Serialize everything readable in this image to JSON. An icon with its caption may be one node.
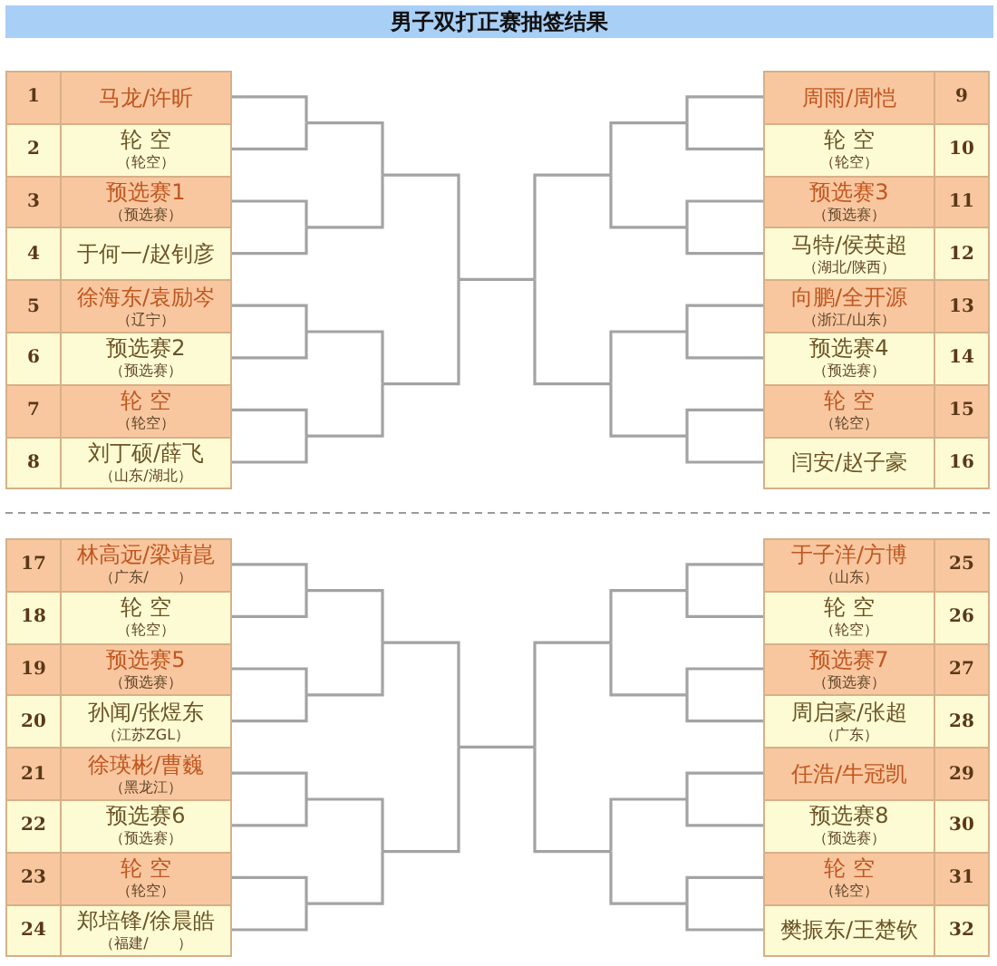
{
  "diagram": {
    "title": "男子双打正赛抽签结果",
    "nodes": [
      {
        "text": [
          "1",
          "马龙/许昕"
        ]
      },
      {
        "text": [
          "2",
          "轮 空",
          "（轮空）"
        ]
      },
      {
        "text": [
          "3",
          "预选赛1",
          "（预选赛）"
        ]
      },
      {
        "text": [
          "4",
          "于何一/赵钊彦"
        ]
      },
      {
        "text": [
          "5",
          "徐海东/袁励岑",
          "（辽宁）"
        ]
      },
      {
        "text": [
          "6",
          "预选赛2",
          "（预选赛）"
        ]
      },
      {
        "text": [
          "7",
          "轮 空",
          "（轮空）"
        ]
      },
      {
        "text": [
          "8",
          "刘丁硕/薛飞",
          "（山东/湖北）"
        ]
      },
      {
        "text": [
          "周雨/周恺",
          "9"
        ]
      },
      {
        "text": [
          "轮 空",
          "（轮空）",
          "10"
        ]
      },
      {
        "text": [
          "预选赛3",
          "（预选赛）",
          "11"
        ]
      },
      {
        "text": [
          "马特/侯英超",
          "（湖北/陕西）",
          "12"
        ]
      },
      {
        "text": [
          "向鹏/全开源",
          "（浙江/山东）",
          "13"
        ]
      },
      {
        "text": [
          "预选赛4",
          "（预选赛）",
          "14"
        ]
      },
      {
        "text": [
          "轮 空",
          "（轮空）",
          "15"
        ]
      },
      {
        "text": [
          "闫安/赵子豪",
          "16"
        ]
      },
      {
        "text": [
          "17",
          "林高远/梁靖崑",
          "（广东/　　）"
        ]
      },
      {
        "text": [
          "18",
          "轮 空",
          "（轮空）"
        ]
      },
      {
        "text": [
          "19",
          "预选赛5",
          "（预选赛）"
        ]
      },
      {
        "text": [
          "20",
          "孙闻/张煜东",
          "（江苏ZGL）"
        ]
      },
      {
        "text": [
          "21",
          "徐瑛彬/曹巍",
          "（黑龙江）"
        ]
      },
      {
        "text": [
          "22",
          "预选赛6",
          "（预选赛）"
        ]
      },
      {
        "text": [
          "23",
          "轮 空",
          "（轮空）"
        ]
      },
      {
        "text": [
          "24",
          "郑培锋/徐晨皓",
          "（福建/　　）"
        ]
      },
      {
        "text": [
          "于子洋/方博",
          "（山东）",
          "25"
        ]
      },
      {
        "text": [
          "轮 空",
          "（轮空）",
          "26"
        ]
      },
      {
        "text": [
          "预选赛7",
          "（预选赛）",
          "27"
        ]
      },
      {
        "text": [
          "周启豪/张超",
          "（广东）",
          "28"
        ]
      },
      {
        "text": [
          "任浩/牛冠凯",
          "29"
        ]
      },
      {
        "text": [
          "预选赛8",
          "（预选赛）",
          "30"
        ]
      },
      {
        "text": [
          "轮 空",
          "（轮空）",
          "31"
        ]
      },
      {
        "text": [
          "樊振东/王楚钦",
          "32"
        ]
      }
    ],
    "edges": [
      {
        "from": 0,
        "to": null,
        "arrow": "none"
      },
      {
        "from": 1,
        "to": null,
        "arrow": "none"
      },
      {
        "from": 2,
        "to": null,
        "arrow": "none"
      },
      {
        "from": 3,
        "to": null,
        "arrow": "none"
      },
      {
        "from": 4,
        "to": null,
        "arrow": "none"
      },
      {
        "from": 5,
        "to": null,
        "arrow": "none"
      },
      {
        "from": 6,
        "to": null,
        "arrow": "none"
      },
      {
        "from": 7,
        "to": null,
        "arrow": "none"
      },
      {
        "from": 8,
        "to": null,
        "arrow": "none"
      },
      {
        "from": 9,
        "to": null,
        "arrow": "none"
      },
      {
        "from": 10,
        "to": null,
        "arrow": "none"
      },
      {
        "from": 11,
        "to": null,
        "arrow": "none"
      },
      {
        "from": 12,
        "to": null,
        "arrow": "none"
      },
      {
        "from": 13,
        "to": null,
        "arrow": "none"
      },
      {
        "from": 14,
        "to": null,
        "arrow": "none"
      },
      {
        "from": 15,
        "to": null,
        "arrow": "none"
      },
      {
        "from": 16,
        "to": null,
        "arrow": "none"
      },
      {
        "from": 17,
        "to": null,
        "arrow": "none"
      },
      {
        "from": 18,
        "to": null,
        "arrow": "none"
      },
      {
        "from": 19,
        "to": null,
        "arrow": "none"
      },
      {
        "from": 20,
        "to": null,
        "arrow": "none"
      },
      {
        "from": 21,
        "to": null,
        "arrow": "none"
      },
      {
        "from": 22,
        "to": null,
        "arrow": "none"
      },
      {
        "from": 23,
        "to": null,
        "arrow": "none"
      },
      {
        "from": 24,
        "to": null,
        "arrow": "none"
      },
      {
        "from": 25,
        "to": null,
        "arrow": "none"
      },
      {
        "from": 26,
        "to": null,
        "arrow": "none"
      },
      {
        "from": 27,
        "to": null,
        "arrow": "none"
      },
      {
        "from": 28,
        "to": null,
        "arrow": "none"
      },
      {
        "from": 29,
        "to": null,
        "arrow": "none"
      },
      {
        "from": 30,
        "to": null,
        "arrow": "none"
      },
      {
        "from": 31,
        "to": null,
        "arrow": "none"
      }
    ]
  }
}
